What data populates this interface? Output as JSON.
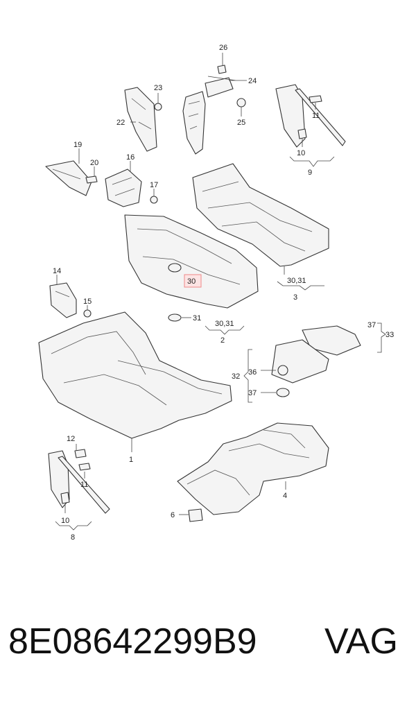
{
  "callouts": {
    "c1": "1",
    "c2": "2",
    "c3": "3",
    "c4": "4",
    "c6": "6",
    "c8": "8",
    "c9": "9",
    "c10a": "10",
    "c10b": "10",
    "c11a": "11",
    "c11b": "11",
    "c12": "12",
    "c14": "14",
    "c15": "15",
    "c16": "16",
    "c17": "17",
    "c19": "19",
    "c20": "20",
    "c22": "22",
    "c23": "23",
    "c24": "24",
    "c25": "25",
    "c26": "26",
    "c30": "30",
    "c3031a": "30,31",
    "c3031b": "30,31",
    "c31": "31",
    "c32": "32",
    "c33": "33",
    "c36": "36",
    "c37a": "37",
    "c37b": "37"
  },
  "footer": {
    "part_number": "8E08642299B9",
    "brand": "VAG"
  }
}
